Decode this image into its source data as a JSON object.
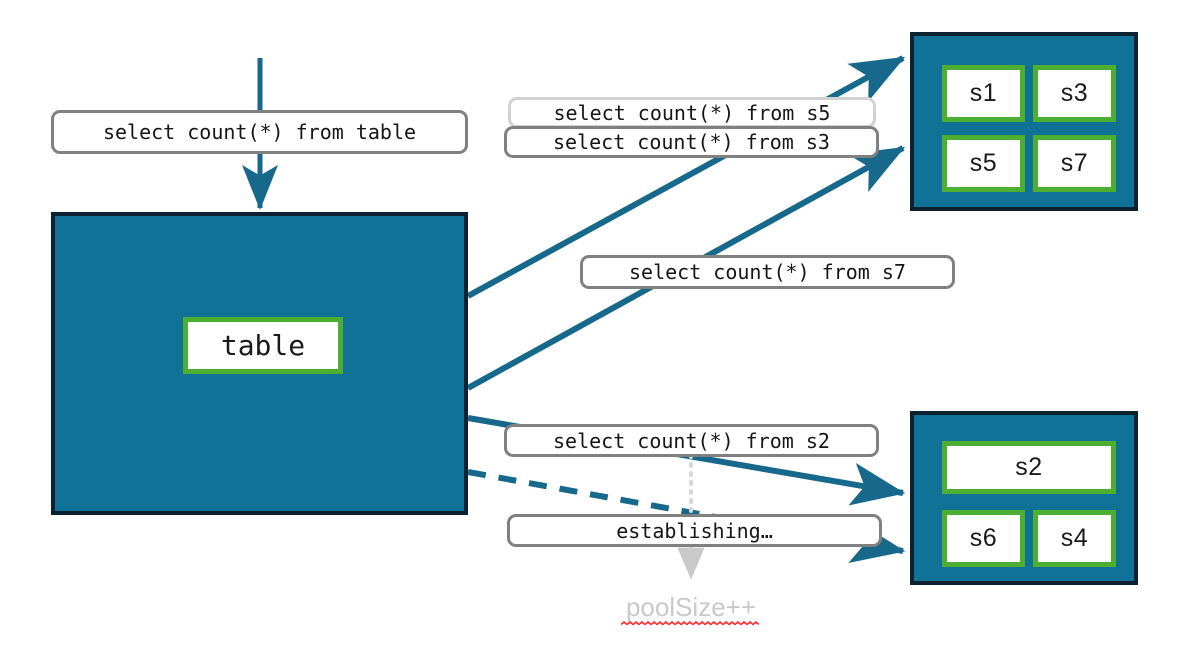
{
  "diagram": {
    "title": "connection pool query routing diagram",
    "colors": {
      "pool_fill": "#0f7296",
      "pool_border": "#0c2231",
      "node_border": "#4caf32",
      "node_fill": "#ffffff",
      "arrow": "#17698c",
      "label_border": "#808080",
      "label_border_faded": "#d2d2d2",
      "dotted_guide": "#d8d8d8",
      "poolsize_text": "#c9c9c9",
      "spellcheck_underline": "#ff2d2d"
    }
  },
  "source": {
    "query_label": "select count(*) from table",
    "table_node": "table"
  },
  "queries": [
    {
      "id": "q-s5",
      "label": "select count(*) from s5",
      "state": "faded"
    },
    {
      "id": "q-s3",
      "label": "select count(*) from s3",
      "state": "normal"
    },
    {
      "id": "q-s7",
      "label": "select count(*) from s7",
      "state": "normal"
    },
    {
      "id": "q-s2",
      "label": "select count(*) from s2",
      "state": "normal"
    },
    {
      "id": "q-establishing",
      "label": "establishing…",
      "state": "normal"
    }
  ],
  "pools": [
    {
      "id": "pool-top",
      "nodes": [
        {
          "label": "s1"
        },
        {
          "label": "s3"
        },
        {
          "label": "s5"
        },
        {
          "label": "s7"
        }
      ]
    },
    {
      "id": "pool-bottom",
      "nodes": [
        {
          "label": "s2"
        },
        {
          "label": "s6"
        },
        {
          "label": "s4"
        }
      ]
    }
  ],
  "annotation": {
    "pool_size": "poolSize++"
  }
}
